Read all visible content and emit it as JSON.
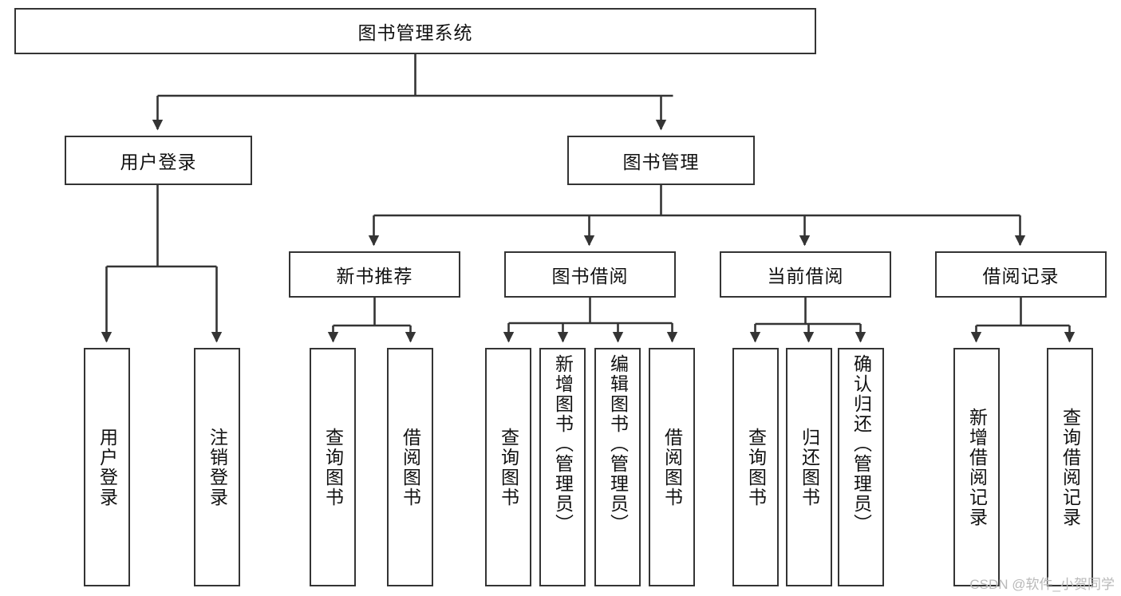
{
  "diagram": {
    "title": "图书管理系统",
    "type": "tree-hierarchy-diagram",
    "watermark": "CSDN @软件_小贺同学",
    "colors": {
      "box_border": "#343434",
      "box_fill": "#ffffff",
      "line": "#343434",
      "text": "#111111",
      "watermark": "#b9b9b9",
      "background": "#ffffff"
    },
    "root": {
      "label": "图书管理系统"
    },
    "level2": [
      {
        "label": "用户登录"
      },
      {
        "label": "图书管理"
      }
    ],
    "level3": [
      {
        "label": "新书推荐"
      },
      {
        "label": "图书借阅"
      },
      {
        "label": "当前借阅"
      },
      {
        "label": "借阅记录"
      }
    ],
    "leaves": {
      "user_login": [
        {
          "label": "用户登录"
        },
        {
          "label": "注销登录"
        }
      ],
      "new_book_recommend": [
        {
          "label": "查询图书"
        },
        {
          "label": "借阅图书"
        }
      ],
      "book_borrow": [
        {
          "label": "查询图书"
        },
        {
          "label": "新增图书（管理员）"
        },
        {
          "label": "编辑图书（管理员）"
        },
        {
          "label": "借阅图书"
        }
      ],
      "current_borrow": [
        {
          "label": "查询图书"
        },
        {
          "label": "归还图书"
        },
        {
          "label": "确认归还（管理员）"
        }
      ],
      "borrow_record": [
        {
          "label": "新增借阅记录"
        },
        {
          "label": "查询借阅记录"
        }
      ]
    }
  }
}
